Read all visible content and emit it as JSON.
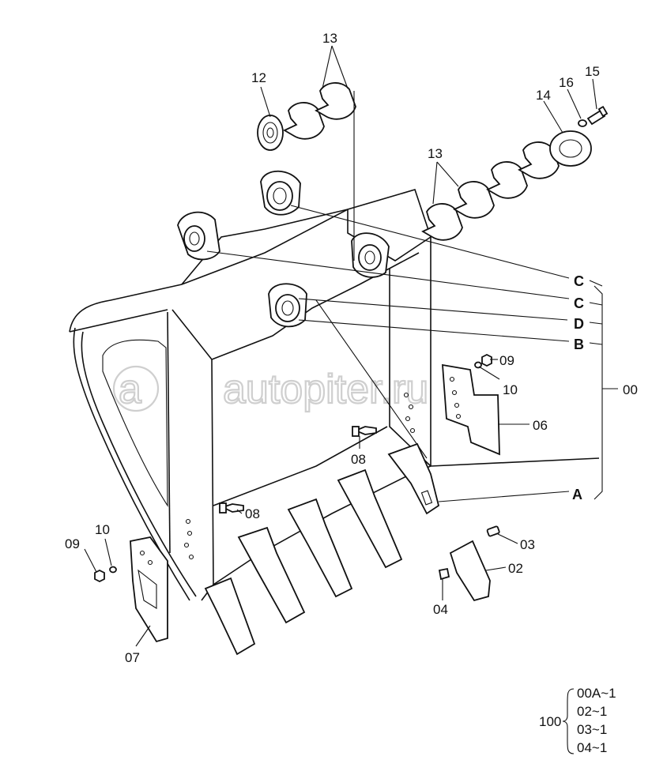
{
  "labels": {
    "l00": "00",
    "l02": "02",
    "l03": "03",
    "l04": "04",
    "l06": "06",
    "l07": "07",
    "l08a": "08",
    "l08b": "08",
    "l09a": "09",
    "l09b": "09",
    "l10a": "10",
    "l10b": "10",
    "l12": "12",
    "l13a": "13",
    "l13b": "13",
    "l14": "14",
    "l15": "15",
    "l16": "16",
    "lA": "A",
    "lB": "B",
    "lC1": "C",
    "lC2": "C",
    "lD": "D"
  },
  "kit": {
    "number": "100",
    "items": [
      "00A~1",
      "02~1",
      "03~1",
      "04~1"
    ]
  },
  "watermark": "autopiter.ru",
  "colors": {
    "ink": "#111111",
    "watermark": "#cfcfcf"
  }
}
